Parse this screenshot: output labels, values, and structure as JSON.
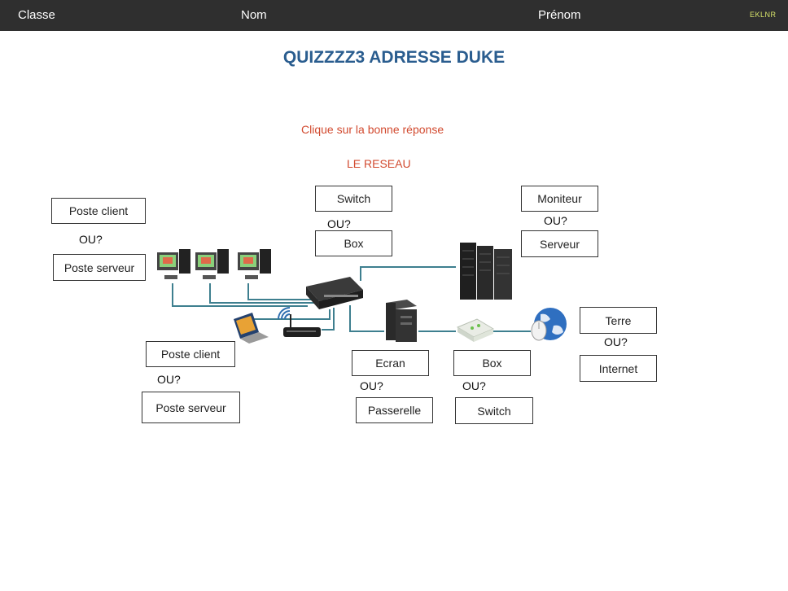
{
  "header": {
    "classe": "Classe",
    "nom": "Nom",
    "prenom": "Prénom",
    "brand": "EKLNR"
  },
  "title": "QUIZZZZ3 ADRESSE DUKE",
  "instruction": "Clique sur la bonne réponse",
  "subtitle": "LE RESEAU",
  "or_label": "OU?",
  "questions": {
    "q1": {
      "a": "Poste client",
      "b": "Poste serveur"
    },
    "q2": {
      "a": "Switch",
      "b": "Box"
    },
    "q3": {
      "a": "Moniteur",
      "b": "Serveur"
    },
    "q4": {
      "a": "Poste client",
      "b": "Poste serveur"
    },
    "q5": {
      "a": "Ecran",
      "b": "Passerelle"
    },
    "q6": {
      "a": "Box",
      "b": "Switch"
    },
    "q7": {
      "a": "Terre",
      "b": "Internet"
    }
  },
  "colors": {
    "header_bg": "#2f2f2f",
    "title": "#2a5d8f",
    "instruction": "#d24a2f",
    "cable": "#3e7f8f"
  }
}
